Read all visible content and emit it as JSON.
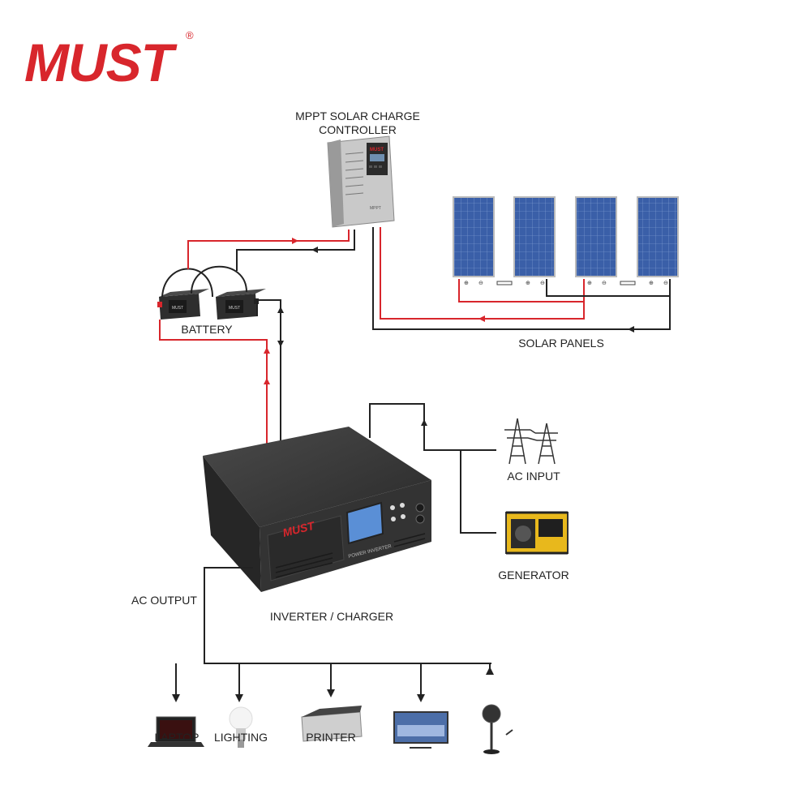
{
  "brand": {
    "logo_text": "MUST",
    "registered_mark": "®",
    "logo_color": "#d8262c"
  },
  "labels": {
    "controller_line1": "MPPT SOLAR CHARGE",
    "controller_line2": "CONTROLLER",
    "battery": "BATTERY",
    "solar_panels": "SOLAR PANELS",
    "ac_input": "AC INPUT",
    "generator": "GENERATOR",
    "inverter": "INVERTER / CHARGER",
    "ac_output": "AC OUTPUT"
  },
  "inverter": {
    "brand": "MUST",
    "panel_text": "POWER INVERTER"
  },
  "loads": [
    {
      "label": "LAPTOP",
      "icon": "laptop-icon"
    },
    {
      "label": "LIGHTING",
      "icon": "bulb-icon"
    },
    {
      "label": "PRINTER",
      "icon": "printer-icon"
    },
    {
      "label": "",
      "icon": "tv-icon"
    },
    {
      "label": "",
      "icon": "fan-icon"
    }
  ],
  "colors": {
    "positive_wire": "#d8262c",
    "negative_wire": "#222222"
  }
}
